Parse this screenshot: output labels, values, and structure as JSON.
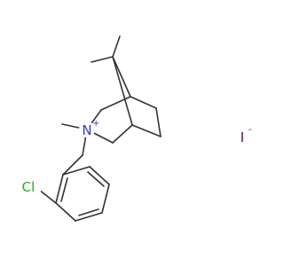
{
  "molecule": {
    "nitrogen": {
      "symbol": "N",
      "charge": "+",
      "color": "#3333ff"
    },
    "chlorine": {
      "symbol": "Cl",
      "color": "#22aa22"
    },
    "iodide": {
      "symbol": "I",
      "charge": "-",
      "color": "#660066"
    }
  }
}
